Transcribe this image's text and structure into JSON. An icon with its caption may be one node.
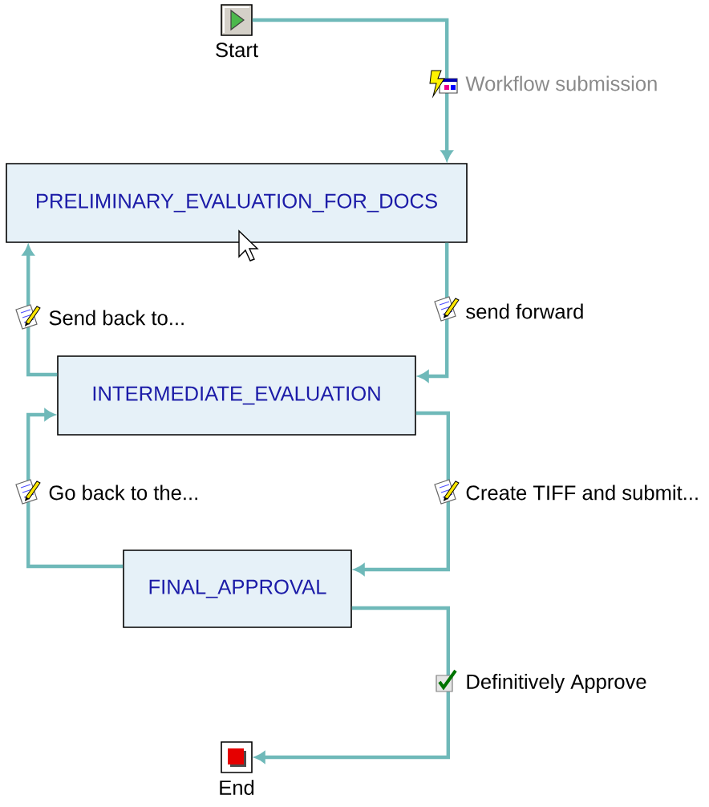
{
  "diagram": {
    "nodes": [
      {
        "text": [
          "Start"
        ]
      },
      {
        "text": [
          "PRELIMINARY_EVALUATION_FOR_DOCS"
        ]
      },
      {
        "text": [
          "INTERMEDIATE_EVALUATION"
        ]
      },
      {
        "text": [
          "FINAL_APPROVAL"
        ]
      },
      {
        "text": [
          "End"
        ]
      }
    ],
    "edges": [
      {
        "from": 0,
        "to": 1,
        "arrow": "to",
        "label": "Workflow submission"
      },
      {
        "from": 1,
        "to": 2,
        "arrow": "to",
        "label": "send forward"
      },
      {
        "from": 2,
        "to": 1,
        "arrow": "to",
        "label": "Send back to..."
      },
      {
        "from": 2,
        "to": 3,
        "arrow": "to",
        "label": "Create TIFF and submit..."
      },
      {
        "from": 3,
        "to": 2,
        "arrow": "to",
        "label": "Go back to the..."
      },
      {
        "from": 3,
        "to": 4,
        "arrow": "to",
        "label": "Definitively Approve"
      }
    ]
  }
}
